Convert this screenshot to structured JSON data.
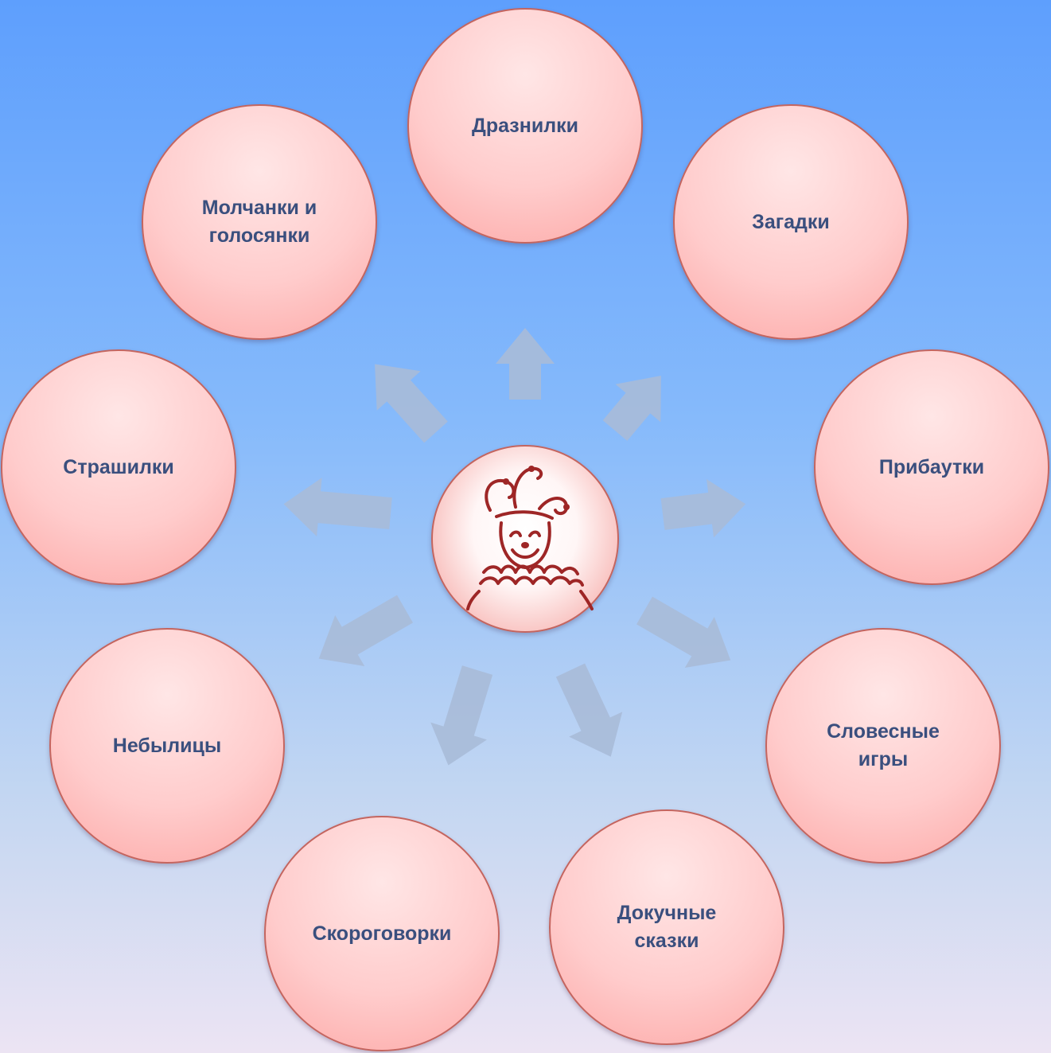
{
  "diagram": {
    "nodes": [
      {
        "id": "drazn",
        "label": "Дразнилки"
      },
      {
        "id": "zagad",
        "label": "Загадки"
      },
      {
        "id": "pribaut",
        "label": "Прибаутки"
      },
      {
        "id": "slov",
        "label": "Словесные\nигры"
      },
      {
        "id": "dokuch",
        "label": "Докучные\nсказки"
      },
      {
        "id": "skorog",
        "label": "Скороговорки"
      },
      {
        "id": "nebyl",
        "label": "Небылицы"
      },
      {
        "id": "strash",
        "label": "Страшилки"
      },
      {
        "id": "molch",
        "label": "Молчанки и\nголосянки"
      }
    ],
    "center_icon": "jester-icon",
    "colors": {
      "node_fill": "#ffcccc",
      "node_border": "#c4655f",
      "label_text": "#3a4f7e",
      "arrow": "#a9bbd9",
      "jester": "#9e2626"
    }
  }
}
